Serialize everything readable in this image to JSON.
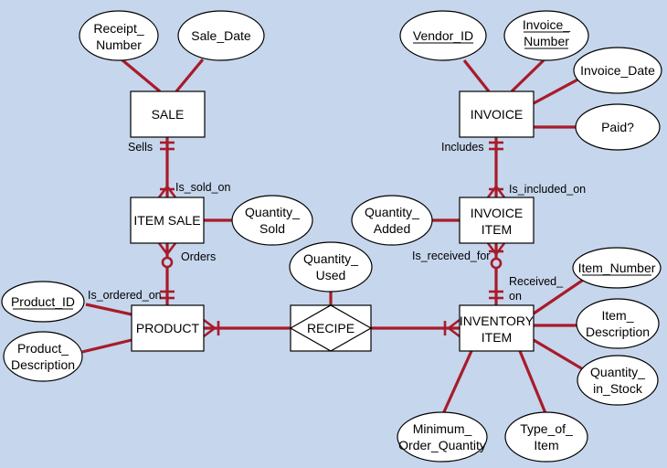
{
  "colors": {
    "background": "#c6d6ec",
    "connector": "#a81b2a",
    "shape_fill": "#ffffff",
    "outline": "#000000"
  },
  "entities": {
    "sale": [
      "SALE"
    ],
    "invoice": [
      "INVOICE"
    ],
    "item_sale": [
      "ITEM SALE"
    ],
    "invoice_item": [
      "INVOICE",
      "ITEM"
    ],
    "product": [
      "PRODUCT"
    ],
    "inventory_item": [
      "INVENTORY",
      "ITEM"
    ]
  },
  "relationship_entity": {
    "recipe": [
      "RECIPE"
    ]
  },
  "attributes": {
    "receipt_number": [
      "Receipt_",
      "Number"
    ],
    "sale_date": [
      "Sale_Date"
    ],
    "vendor_id": [
      "Vendor_ID"
    ],
    "invoice_number": [
      "Invoice_",
      "Number"
    ],
    "invoice_date": [
      "Invoice_Date"
    ],
    "paid": [
      "Paid?"
    ],
    "quantity_sold": [
      "Quantity_",
      "Sold"
    ],
    "quantity_added": [
      "Quantity_",
      "Added"
    ],
    "quantity_used": [
      "Quantity_",
      "Used"
    ],
    "product_id": [
      "Product_ID"
    ],
    "product_description": [
      "Product_",
      "Description"
    ],
    "item_number": [
      "Item_Number"
    ],
    "item_description": [
      "Item_",
      "Description"
    ],
    "quantity_in_stock": [
      "Quantity_",
      "in_Stock"
    ],
    "minimum_order_quantity": [
      "Minimum_",
      "Order_Quantity"
    ],
    "type_of_item": [
      "Type_of_",
      "Item"
    ]
  },
  "relationship_labels": {
    "sells": "Sells",
    "is_sold_on": "Is_sold_on",
    "orders": "Orders",
    "is_ordered_on": "Is_ordered_on",
    "includes": "Includes",
    "is_included_on": "Is_included_on",
    "is_received_for": "Is_received_for",
    "received_on": [
      "Received_",
      "on"
    ]
  },
  "key_attributes": [
    "vendor_id",
    "invoice_number",
    "product_id",
    "item_number"
  ]
}
